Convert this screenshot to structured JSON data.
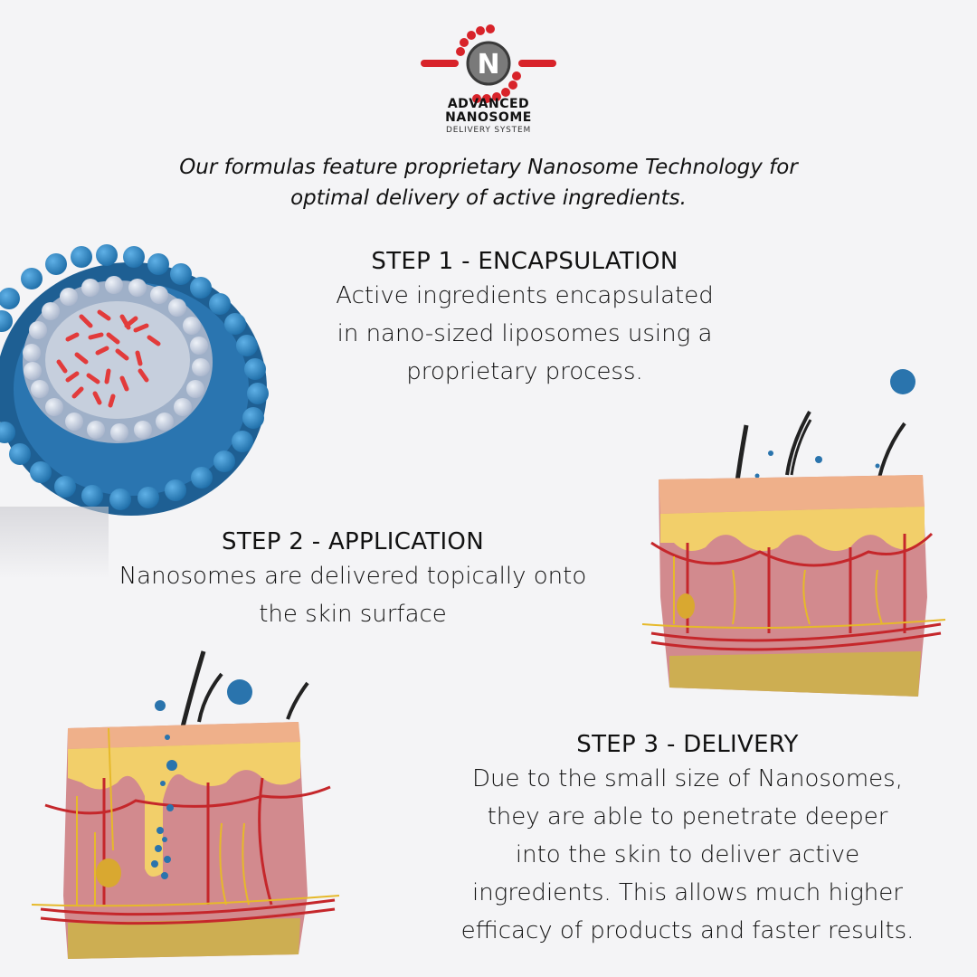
{
  "logo": {
    "icon": "nanosome-n-icon",
    "letter": "N",
    "line1": "ADVANCED",
    "line2": "NANOSOME",
    "line3": "DELIVERY SYSTEM",
    "colors": {
      "red": "#d8232a",
      "gray_circle": "#7a7a7a",
      "ring": "#3a3a3a"
    }
  },
  "tagline": {
    "line1": "Our formulas feature proprietary Nanosome Technology for",
    "line2": "optimal delivery of active ingredients."
  },
  "steps": [
    {
      "title": "STEP 1 - ENCAPSULATION",
      "lines": [
        "Active ingredients encapsulated",
        "in nano-sized liposomes using a",
        "proprietary process."
      ],
      "illustration": "liposome-cross-section"
    },
    {
      "title": "STEP 2 - APPLICATION",
      "lines": [
        "Nanosomes are delivered topically onto",
        "the skin surface"
      ],
      "illustration": "skin-cross-section-surface"
    },
    {
      "title": "STEP 3 - DELIVERY",
      "lines": [
        "Due to the small size of Nanosomes,",
        "they are able to penetrate deeper",
        "into the skin to deliver active",
        "ingredients. This allows much higher",
        "efficacy of products and faster results."
      ],
      "illustration": "skin-cross-section-penetration"
    }
  ],
  "colors": {
    "background": "#f4f4f6",
    "text": "#111111",
    "liposome_outer": "#2f86c4",
    "liposome_inner": "#c9d3e3",
    "active_ingredient": "#e23b3b",
    "skin_top": "#efb08a",
    "epidermis": "#f2cf6a",
    "dermis": "#d6868a",
    "vessels": "#c5272b",
    "nerves": "#e6b92a",
    "fat": "#cdae52"
  }
}
